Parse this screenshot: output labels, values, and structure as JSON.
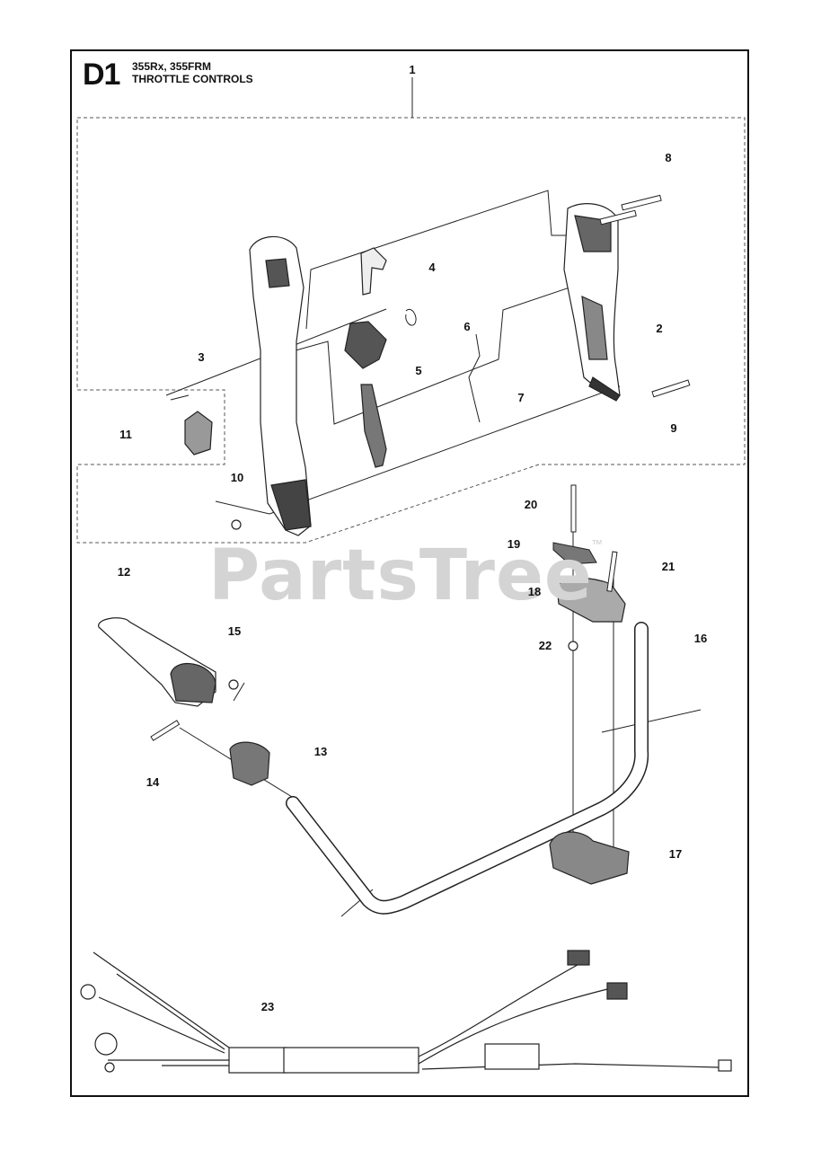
{
  "header": {
    "section_code": "D1",
    "models": "355Rx, 355FRM",
    "title": "THROTTLE CONTROLS"
  },
  "watermark": {
    "text": "PartsTree",
    "trademark": "™"
  },
  "parts": [
    {
      "id": "part-1",
      "label": "1"
    },
    {
      "id": "part-2",
      "label": "2"
    },
    {
      "id": "part-3",
      "label": "3"
    },
    {
      "id": "part-4",
      "label": "4"
    },
    {
      "id": "part-5",
      "label": "5"
    },
    {
      "id": "part-6",
      "label": "6"
    },
    {
      "id": "part-7",
      "label": "7"
    },
    {
      "id": "part-8",
      "label": "8"
    },
    {
      "id": "part-9",
      "label": "9"
    },
    {
      "id": "part-10",
      "label": "10"
    },
    {
      "id": "part-11",
      "label": "11"
    },
    {
      "id": "part-12",
      "label": "12"
    },
    {
      "id": "part-13",
      "label": "13"
    },
    {
      "id": "part-14",
      "label": "14"
    },
    {
      "id": "part-15",
      "label": "15"
    },
    {
      "id": "part-16",
      "label": "16"
    },
    {
      "id": "part-17",
      "label": "17"
    },
    {
      "id": "part-18",
      "label": "18"
    },
    {
      "id": "part-19",
      "label": "19"
    },
    {
      "id": "part-20",
      "label": "20"
    },
    {
      "id": "part-21",
      "label": "21"
    },
    {
      "id": "part-22",
      "label": "22"
    },
    {
      "id": "part-23",
      "label": "23"
    }
  ]
}
